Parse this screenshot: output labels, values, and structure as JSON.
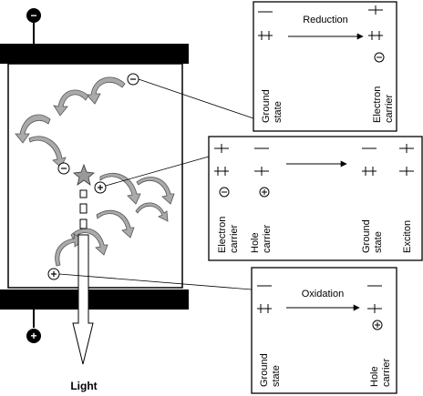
{
  "top_electrode": {
    "sign": "−"
  },
  "bottom_electrode": {
    "sign": "+"
  },
  "light_label": "Light",
  "reduction_box": {
    "process": "Reduction",
    "left_lines": [
      "Ground",
      "state"
    ],
    "right_lines": [
      "Electron",
      "carrier"
    ]
  },
  "middle_box": {
    "col1_lines": [
      "Electron",
      "carrier"
    ],
    "col2_lines": [
      "Hole",
      "carrier"
    ],
    "col3_lines": [
      "Ground",
      "state"
    ],
    "col4_lines": [
      "Exciton"
    ]
  },
  "oxidation_box": {
    "process": "Oxidation",
    "left_lines": [
      "Ground",
      "state"
    ],
    "right_lines": [
      "Hole",
      "carrier"
    ]
  }
}
